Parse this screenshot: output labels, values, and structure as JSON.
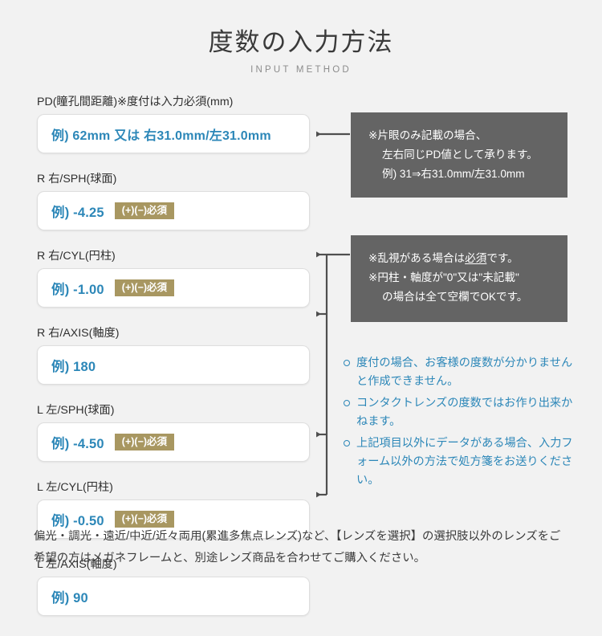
{
  "header": {
    "title": "度数の入力方法",
    "subtitle": "INPUT METHOD"
  },
  "colors": {
    "background": "#f2f2f2",
    "placeholder_blue": "#2c87b8",
    "badge_khaki": "#a89761",
    "note_box_gray": "#646464",
    "field_white": "#ffffff",
    "connector_gray": "#4f4f4f"
  },
  "form": {
    "fields": [
      {
        "id": "pd",
        "label": "PD(瞳孔間距離)※度付は入力必須(mm)",
        "placeholder": "例) 62mm 又は 右31.0mm/左31.0mm",
        "badge": null
      },
      {
        "id": "r-sph",
        "label": "R 右/SPH(球面)",
        "placeholder": "例) -4.25",
        "badge": "(+)(−)必須"
      },
      {
        "id": "r-cyl",
        "label": "R 右/CYL(円柱)",
        "placeholder": "例) -1.00",
        "badge": "(+)(−)必須"
      },
      {
        "id": "r-axis",
        "label": "R 右/AXIS(軸度)",
        "placeholder": "例) 180",
        "badge": null
      },
      {
        "id": "l-sph",
        "label": "L 左/SPH(球面)",
        "placeholder": "例) -4.50",
        "badge": "(+)(−)必須"
      },
      {
        "id": "l-cyl",
        "label": "L 左/CYL(円柱)",
        "placeholder": "例) -0.50",
        "badge": "(+)(−)必須"
      },
      {
        "id": "l-axis",
        "label": "L 左/AXIS(軸度)",
        "placeholder": "例) 90",
        "badge": null
      }
    ]
  },
  "notes": {
    "pd_note": {
      "lines": [
        "※片眼のみ記載の場合、",
        "左右同じPD値として承ります。",
        "例) 31⇒右31.0mm/左31.0mm"
      ]
    },
    "cyl_note": {
      "line1": "※乱視がある場合は",
      "line1_underlined": "必須",
      "line1_end": "です。",
      "line2": "※円柱・軸度が\"0\"又は\"未記載\"",
      "line3": "の場合は全て空欄でOKです。"
    }
  },
  "bullets": [
    "度付の場合、お客様の度数が分かりませんと作成できません。",
    "コンタクトレンズの度数ではお作り出来かねます。",
    "上記項目以外にデータがある場合、入力フォーム以外の方法で処方箋をお送りください。"
  ],
  "footer": {
    "text": "偏光・調光・遠近/中近/近々両用(累進多焦点レンズ)など、【レンズを選択】の選択肢以外のレンズをご希望の方はメガネフレームと、別途レンズ商品を合わせてご購入ください。"
  }
}
